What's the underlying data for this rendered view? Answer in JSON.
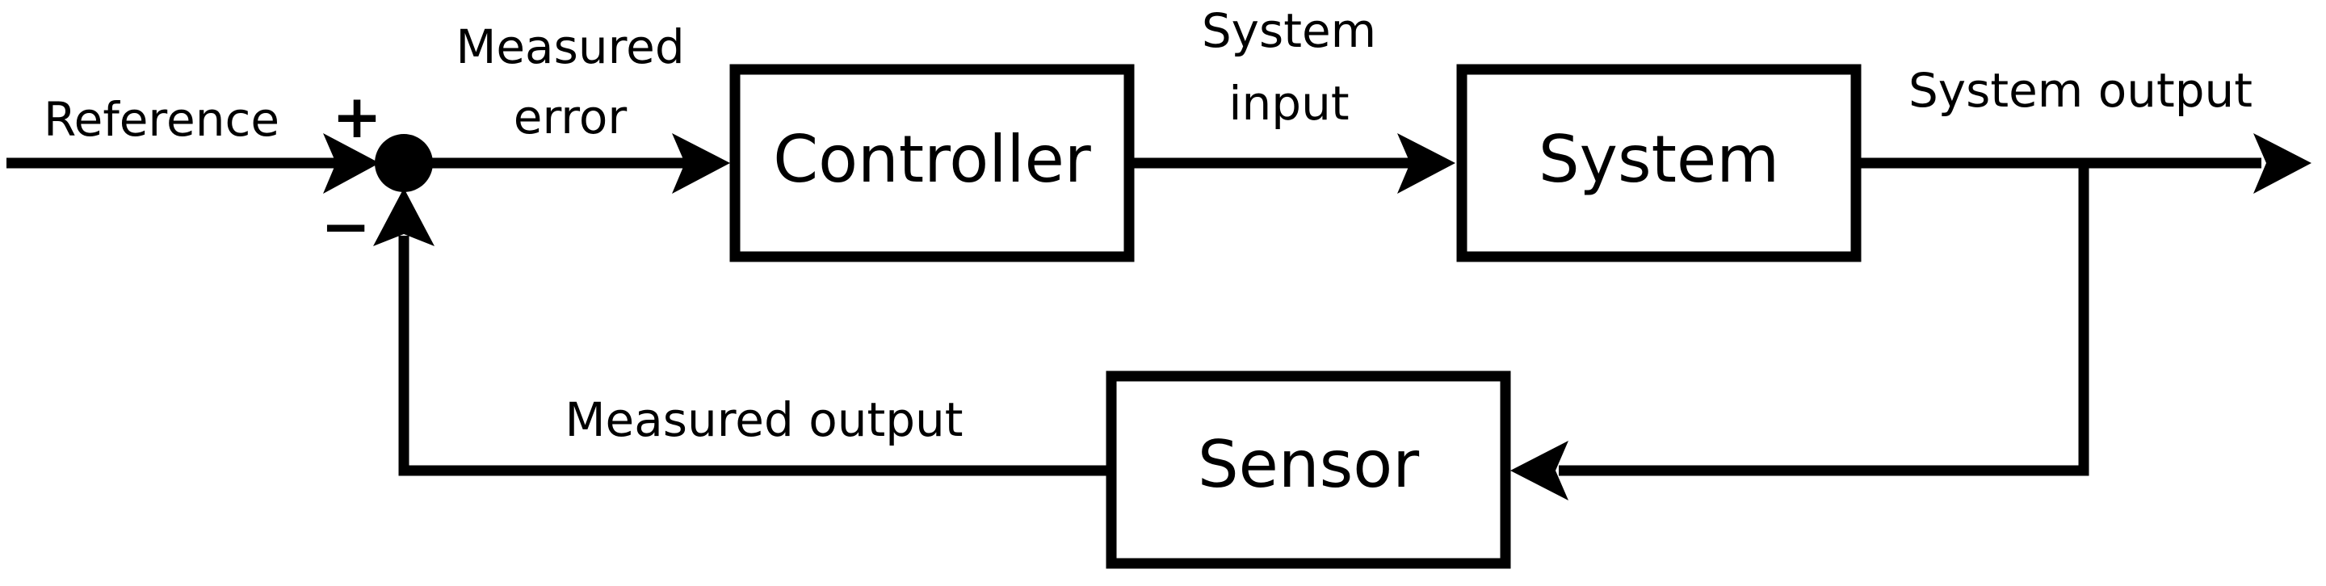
{
  "diagram": {
    "blocks": {
      "controller": "Controller",
      "system": "System",
      "sensor": "Sensor"
    },
    "signals": {
      "reference": "Reference",
      "measured_error_line1": "Measured",
      "measured_error_line2": "error",
      "system_input_line1": "System",
      "system_input_line2": "input",
      "system_output": "System output",
      "measured_output": "Measured output"
    },
    "summing_junction": {
      "plus_sign": "+",
      "minus_sign": "−"
    },
    "colors": {
      "stroke": "#000000",
      "background": "#ffffff"
    }
  }
}
